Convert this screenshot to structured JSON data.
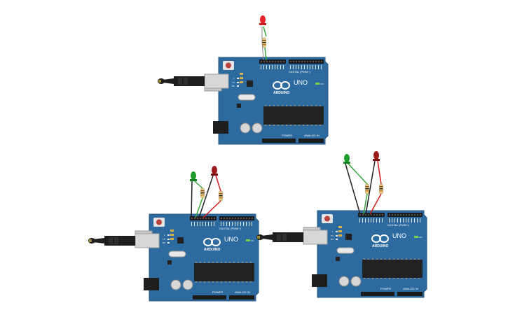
{
  "boards": [
    {
      "id": "board-top",
      "label_uno": "UNO",
      "label_brand": "ARDUINO",
      "label_digital": "DIGITAL (PWM~)",
      "label_power": "POWER",
      "label_analog": "ANALOG IN",
      "label_tx": "TX",
      "label_rx": "RX",
      "label_on": "ON",
      "label_l": "L",
      "leds": [
        "red"
      ]
    },
    {
      "id": "board-left",
      "label_uno": "UNO",
      "label_brand": "ARDUINO",
      "label_digital": "DIGITAL (PWM~)",
      "label_power": "POWER",
      "label_analog": "ANALOG IN",
      "label_tx": "TX",
      "label_rx": "RX",
      "label_on": "ON",
      "label_l": "L",
      "leds": [
        "green",
        "darkred"
      ]
    },
    {
      "id": "board-right",
      "label_uno": "UNO",
      "label_brand": "ARDUINO",
      "label_digital": "DIGITAL (PWM~)",
      "label_power": "POWER",
      "label_analog": "ANALOG IN",
      "label_tx": "TX",
      "label_rx": "RX",
      "label_on": "ON",
      "label_l": "L",
      "leds": [
        "green",
        "darkred"
      ]
    }
  ],
  "colors": {
    "board": "#2d6a9f",
    "board_edge": "#245a88",
    "header": "#1b1b1b",
    "chip": "#222222",
    "usb_metal": "#c7c7c7",
    "usb_cable": "#222222",
    "wire_black": "#222222",
    "wire_green": "#3aa83a",
    "wire_red": "#d11d1d",
    "led_red": "#e8242a",
    "led_green": "#1f9e2d",
    "led_darkred": "#9b1a1a",
    "resistor": "#e5c98a"
  }
}
